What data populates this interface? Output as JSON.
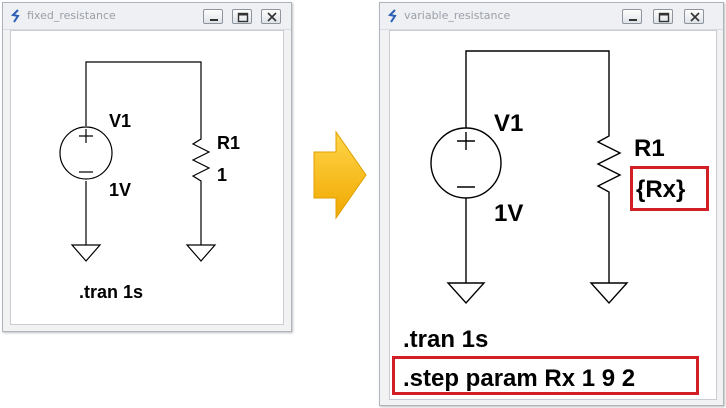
{
  "left_window": {
    "title": "fixed_resistance",
    "schematic": {
      "source_name": "V1",
      "source_value": "1V",
      "resistor_name": "R1",
      "resistor_value": "1",
      "directive": ".tran 1s"
    }
  },
  "right_window": {
    "title": "variable_resistance",
    "schematic": {
      "source_name": "V1",
      "source_value": "1V",
      "resistor_name": "R1",
      "resistor_value": "{Rx}",
      "directive": ".tran 1s",
      "step_directive": ".step param Rx 1 9 2"
    }
  },
  "colors": {
    "highlight": "#d21f26",
    "arrow": "#f5b800"
  },
  "icons": {
    "app": "ltspice-app-icon",
    "minimize": "minimize-icon",
    "maximize": "maximize-icon",
    "close": "close-icon",
    "arrow": "right-arrow-icon"
  }
}
